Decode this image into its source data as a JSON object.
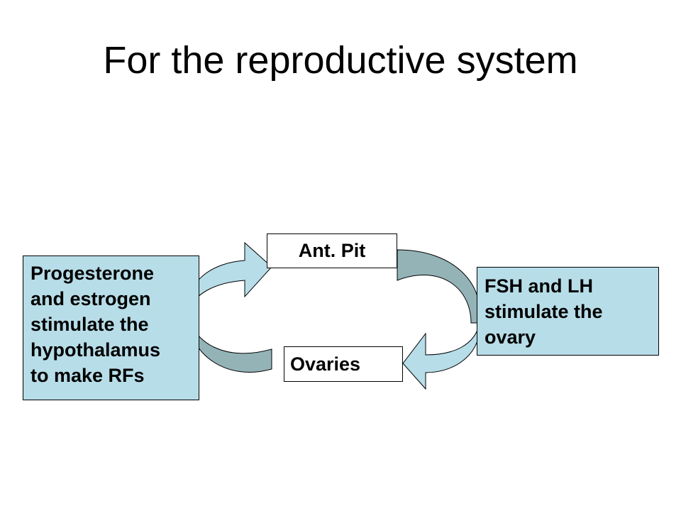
{
  "title": "For the reproductive system",
  "nodes": {
    "top": "Ant. Pit",
    "bottom": "Ovaries",
    "left": [
      "Progesterone",
      "and estrogen",
      "stimulate the",
      "hypothalamus",
      "to make RFs"
    ],
    "right": [
      "FSH and LH",
      "stimulate the",
      "ovary"
    ]
  },
  "colors": {
    "arrow_front": "#b7dde8",
    "arrow_back": "#93b3b7",
    "box_fill": "#b7dde8"
  }
}
